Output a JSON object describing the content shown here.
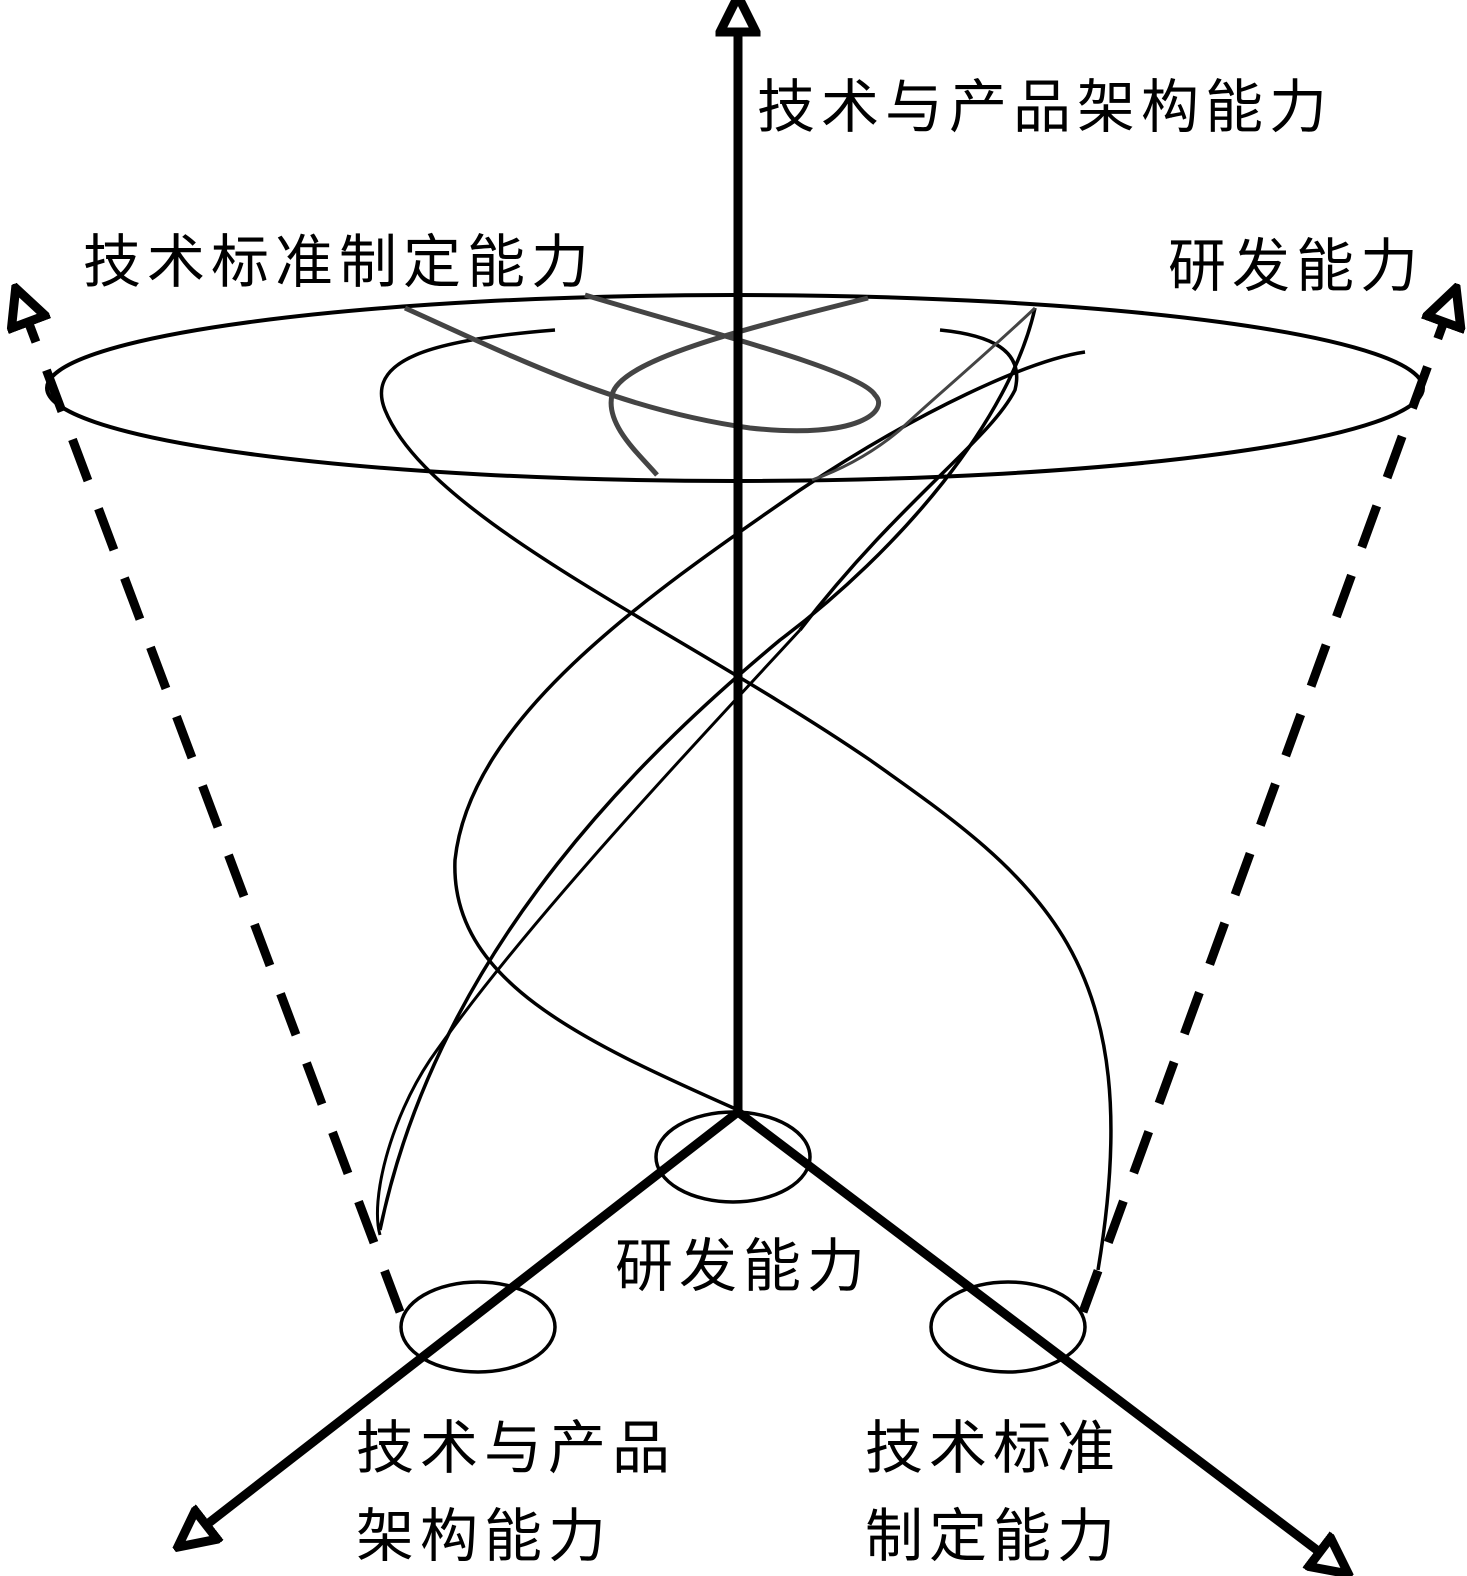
{
  "labels": {
    "top_axis": "技术与产品架构能力",
    "upper_left": "技术标准制定能力",
    "upper_right": "研发能力",
    "bottom_center": "研发能力",
    "bottom_left_line1": "技术与产品",
    "bottom_left_line2": "架构能力",
    "bottom_right_line1": "技术标准",
    "bottom_right_line2": "制定能力"
  },
  "colors": {
    "stroke": "#000000",
    "inner_curve": "#444444",
    "background": "#ffffff"
  }
}
